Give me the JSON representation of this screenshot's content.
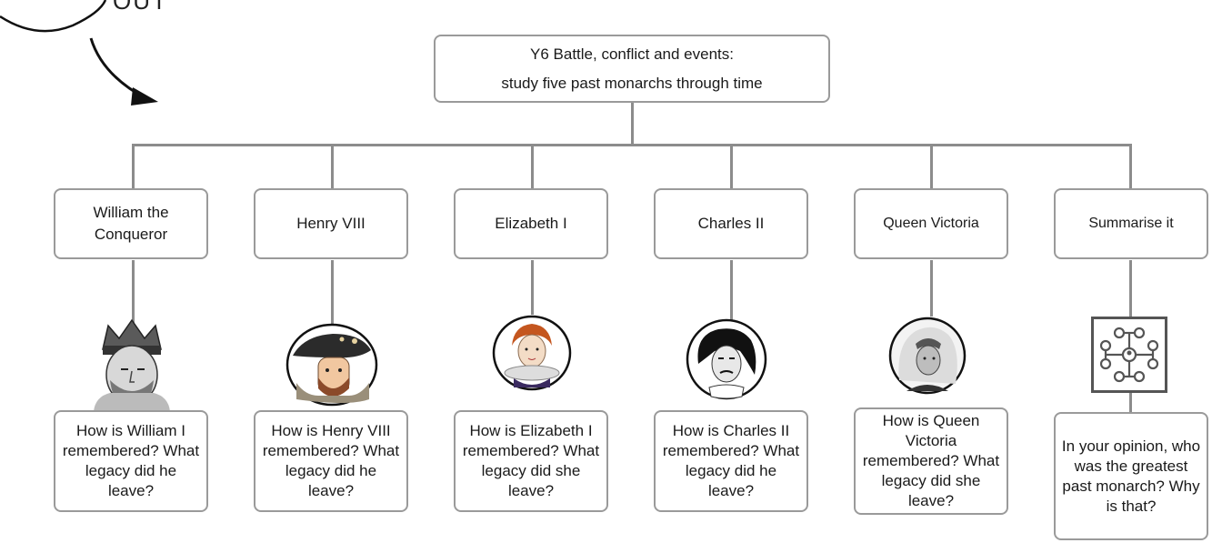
{
  "corner": {
    "text": "OUT"
  },
  "root": {
    "line1": "Y6 Battle, conflict and events:",
    "line2": "study five past monarchs through time"
  },
  "monarchs": [
    {
      "label": "William the Conqueror",
      "question": "How is William I remembered? What legacy did he leave?",
      "icon": "william-portrait"
    },
    {
      "label": "Henry VIII",
      "question": "How is Henry VIII remembered? What legacy did he leave?",
      "icon": "henry-portrait"
    },
    {
      "label": "Elizabeth I",
      "question": "How is Elizabeth I remembered? What legacy did she leave?",
      "icon": "elizabeth-portrait"
    },
    {
      "label": "Charles II",
      "question": "How is Charles II remembered? What legacy did he leave?",
      "icon": "charles-portrait"
    },
    {
      "label": "Queen Victoria",
      "question": "How is  Queen Victoria remembered? What legacy did she leave?",
      "icon": "victoria-portrait"
    },
    {
      "label": "Summarise it",
      "question": "In your opinion, who was the greatest past monarch? Why is that?",
      "icon": "network-icon"
    }
  ],
  "colors": {
    "line": "#8c8c8c",
    "border": "#9a9a9a",
    "text": "#1a1a1a"
  }
}
